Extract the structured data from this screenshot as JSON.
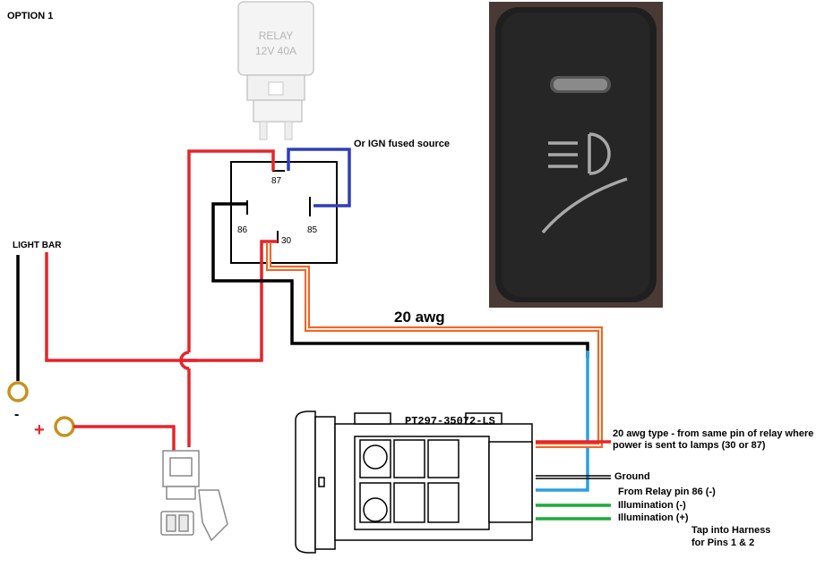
{
  "option_title": "OPTION 1",
  "relay": {
    "line1": "RELAY",
    "line2": "12V 40A",
    "pins": {
      "p87": "87",
      "p86": "86",
      "p85": "85",
      "p30": "30"
    }
  },
  "ign_label": "Or IGN fused source",
  "light_bar_label": "LIGHT BAR",
  "minus_sign": "-",
  "plus_sign": "+",
  "wire_gauge_label": "20 awg",
  "part_number": "PT297-35072-LS",
  "callouts": {
    "awg_line1": "20 awg type - from same pin of relay where",
    "awg_line2": "power is sent to lamps (30 or 87)",
    "ground": "Ground",
    "from_relay": "From Relay pin 86 (-)",
    "illum_minus": "Illumination (-)",
    "illum_plus": "Illumination (+)",
    "tap_line1": "Tap into Harness",
    "tap_line2": "for Pins 1 & 2"
  },
  "colors": {
    "red": "#e8232a",
    "blue": "#2e3fb8",
    "light_blue": "#2aa0e0",
    "orange": "#f26522",
    "green": "#1faa3a",
    "black": "#000000",
    "terminal": "#c8911e"
  }
}
